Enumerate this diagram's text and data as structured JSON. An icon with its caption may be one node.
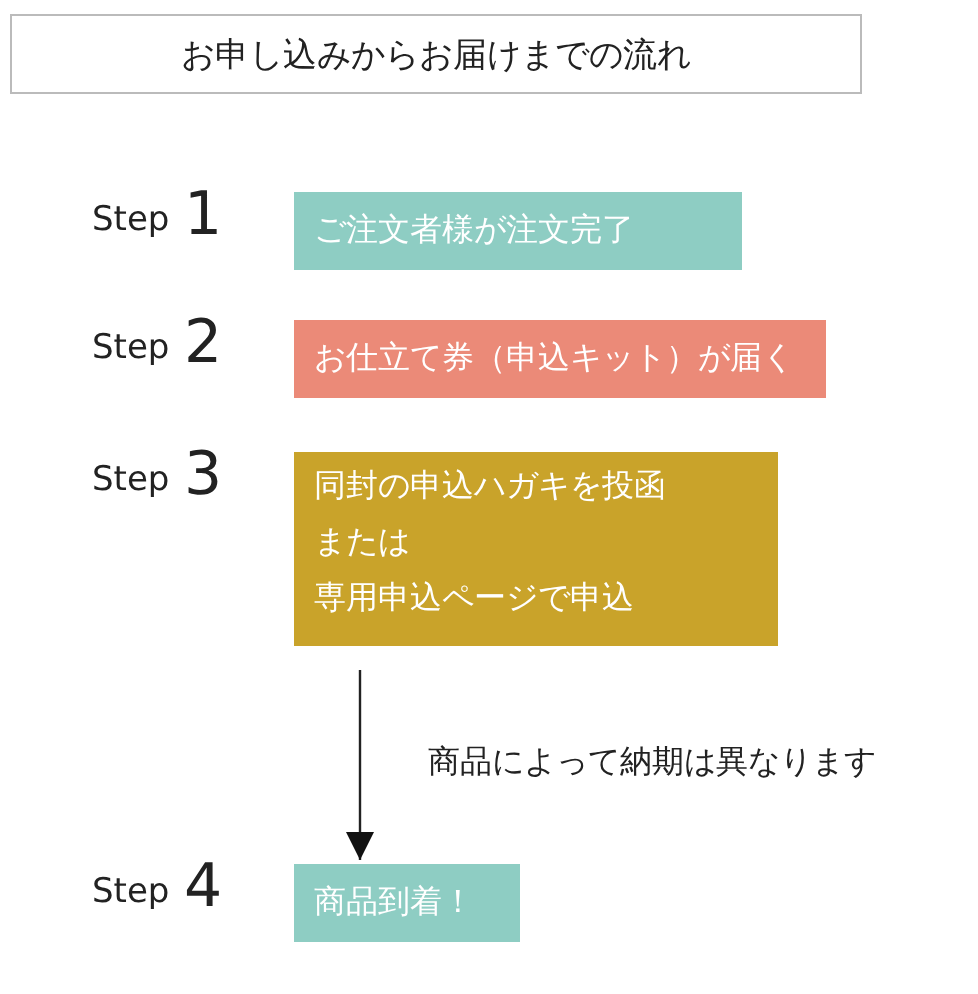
{
  "diagram": {
    "nodes": [
      {
        "text": [
          "お申し込みからお届けまでの流れ"
        ]
      },
      {
        "text": [
          "ご注文者様が注文完了"
        ],
        "beside": [
          "Step",
          "1"
        ]
      },
      {
        "text": [
          "お仕立て券（申込キット）が届く"
        ],
        "beside": [
          "Step",
          "2"
        ]
      },
      {
        "text": [
          "同封の申込ハガキを投函",
          "または",
          "専用申込ページで申込"
        ],
        "beside": [
          "Step",
          "3"
        ]
      },
      {
        "text": [
          "商品到着！"
        ],
        "beside": [
          "Step",
          "4"
        ]
      }
    ],
    "edges": [
      {
        "from": 3,
        "to": 4,
        "arrow": "to",
        "label": "商品によって納期は異なります"
      }
    ]
  }
}
